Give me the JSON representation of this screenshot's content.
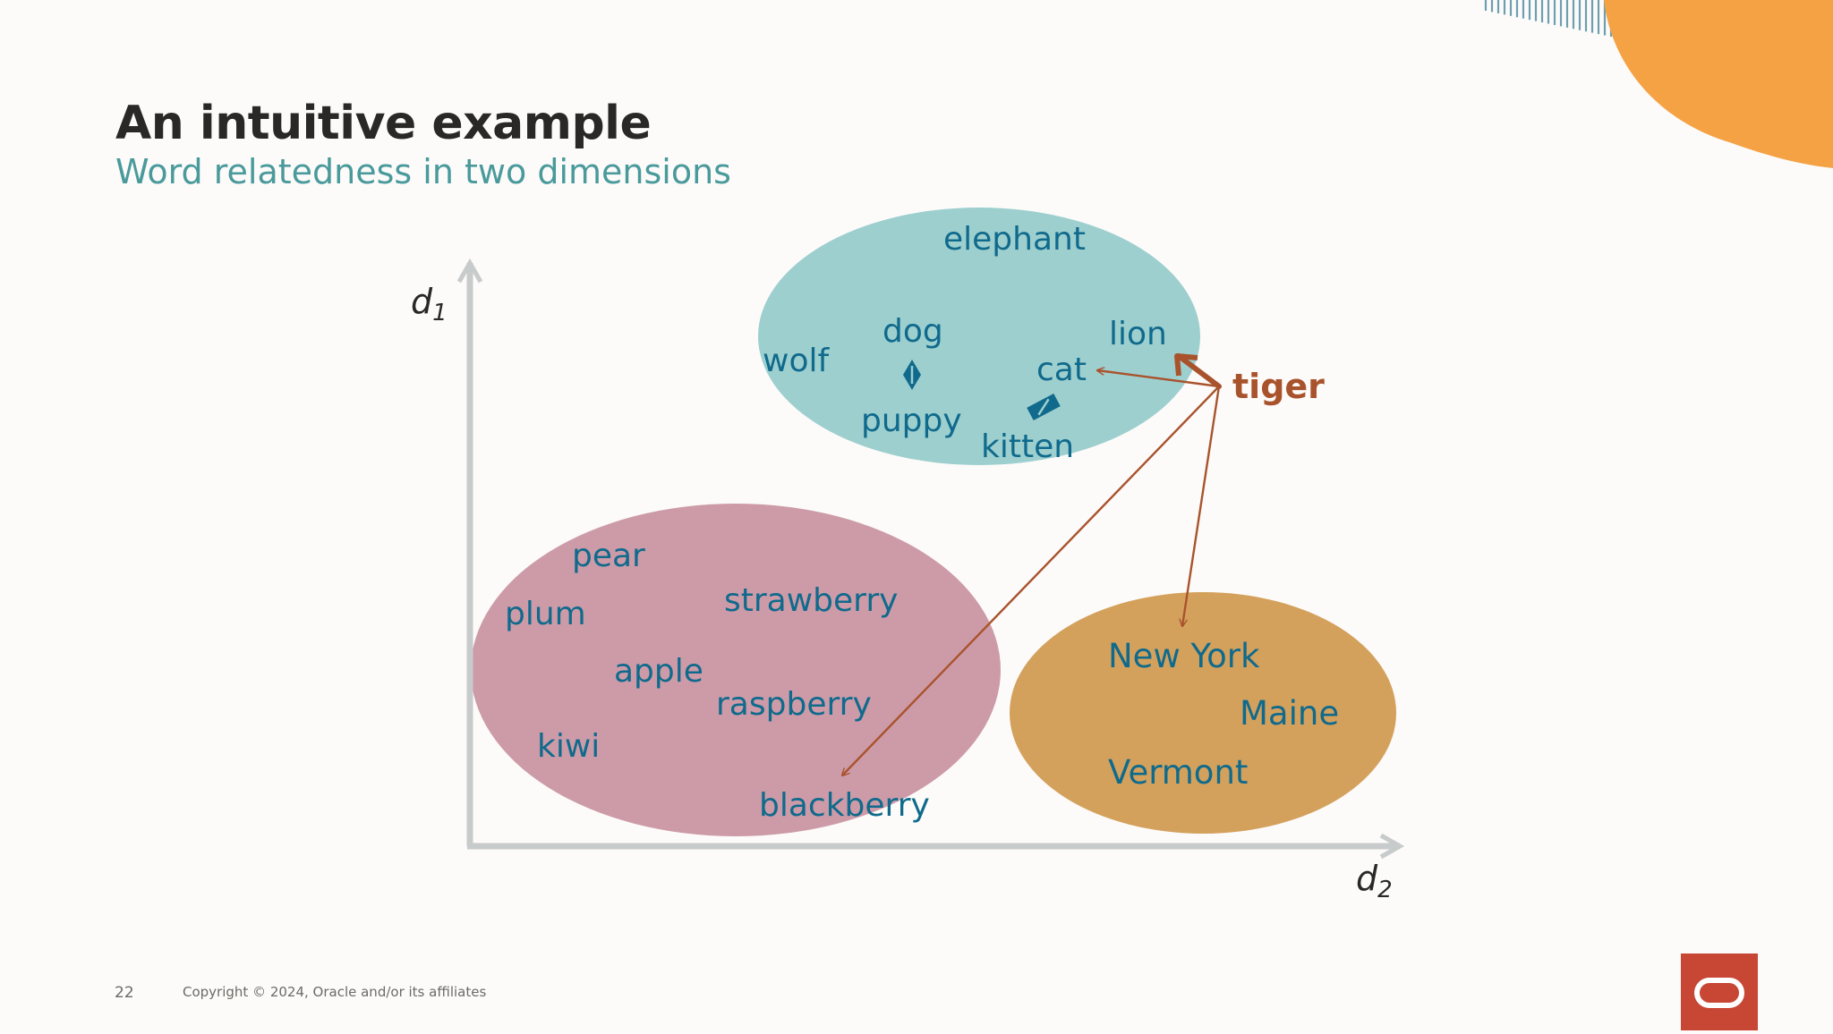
{
  "slide": {
    "title": "An intuitive example",
    "subtitle": "Word relatedness in two dimensions",
    "page_number": "22",
    "copyright": "Copyright © 2024, Oracle and/or its affiliates"
  },
  "axes": {
    "y_label": "d",
    "y_sub": "1",
    "x_label": "d",
    "x_sub": "2"
  },
  "clusters": {
    "animals": {
      "color": "#9ecfcf",
      "words": [
        "elephant",
        "wolf",
        "dog",
        "lion",
        "cat",
        "puppy",
        "kitten"
      ]
    },
    "fruits": {
      "color": "#cd9ba8",
      "words": [
        "pear",
        "plum",
        "strawberry",
        "apple",
        "raspberry",
        "kiwi",
        "blackberry"
      ]
    },
    "places": {
      "color": "#d4a15d",
      "words": [
        "New York",
        "Maine",
        "Vermont"
      ]
    }
  },
  "query": {
    "word": "tiger",
    "color": "#a9532d",
    "arrow_targets": [
      "lion",
      "cat",
      "blackberry",
      "New York"
    ]
  },
  "colors": {
    "word": "#0f6a8c",
    "axis": "#c8cbcb",
    "accent_orange": "#f5a245",
    "stripe_blue": "#6e9fb0",
    "oracle_red": "#c74634"
  }
}
